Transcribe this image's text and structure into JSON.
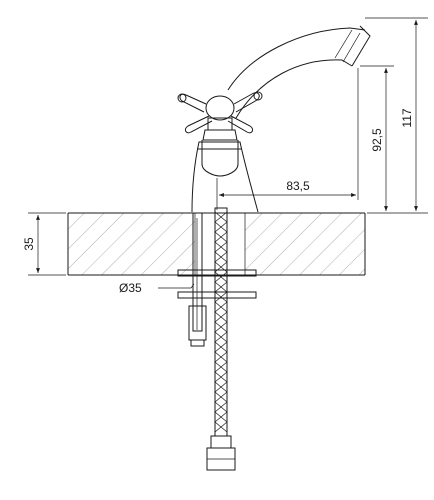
{
  "dimensions": {
    "height_total": "117",
    "height_spout": "92,5",
    "reach": "83,5",
    "counter_thickness": "35",
    "mount_diameter": "Ø35"
  }
}
